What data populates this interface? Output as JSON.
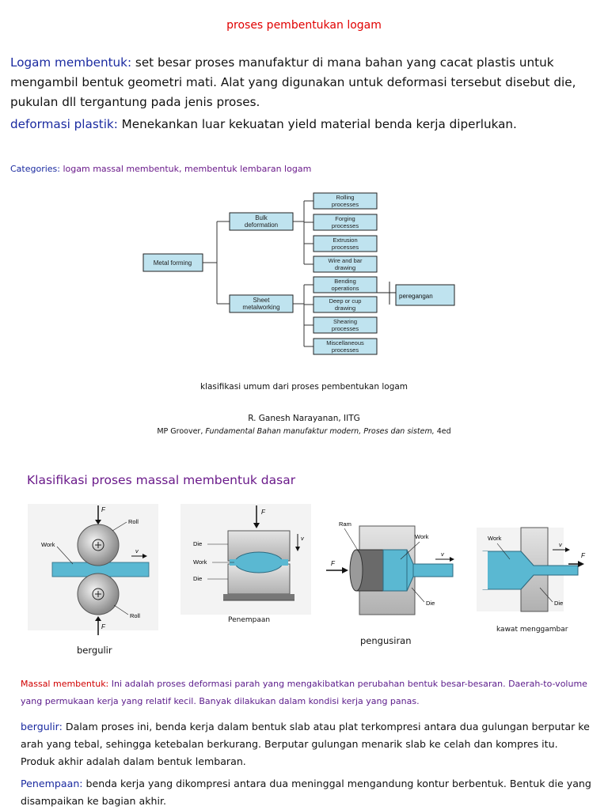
{
  "page_title": "proses pembentukan logam",
  "intro": {
    "logam_term": "Logam membentuk:",
    "logam_text": " set besar proses manufaktur di mana bahan yang cacat plastis untuk mengambil bentuk geometri mati. Alat yang digunakan untuk deformasi tersebut disebut die, pukulan dll tergantung pada jenis proses.",
    "deformasi_term": "deformasi plastik:",
    "deformasi_text": " Menekankan luar kekuatan yield material benda kerja diperlukan."
  },
  "categories": {
    "label": "Categories:",
    "text": " logam massal membentuk, membentuk lembaran logam"
  },
  "tree": {
    "root": "Metal forming",
    "bulk": [
      "Bulk",
      "deformation"
    ],
    "sheet": [
      "Sheet",
      "metalworking"
    ],
    "bulk_children": [
      [
        "Rolling",
        "processes"
      ],
      [
        "Forging",
        "processes"
      ],
      [
        "Extrusion",
        "processes"
      ],
      [
        "Wire and bar",
        "drawing"
      ]
    ],
    "sheet_children": [
      [
        "Bending",
        "operations"
      ],
      [
        "Deep or cup",
        "drawing"
      ],
      [
        "Shearing",
        "processes"
      ],
      [
        "Miscellaneous",
        "processes"
      ]
    ],
    "peregangan": "peregangan"
  },
  "figure_caption": "klasifikasi umum dari proses pembentukan logam",
  "credit_author": "R. Ganesh Narayanan, IITG",
  "credit_ref_prefix": "MP Groover, ",
  "credit_ref_italic": "Fundamental Bahan manufaktur modern, Proses dan sistem,",
  "credit_ref_suffix": " 4ed",
  "section2_title": "Klasifikasi proses massal membentuk dasar",
  "fig_labels": {
    "F": "F",
    "v": "v",
    "roll": "Roll",
    "work": "Work",
    "die": "Die",
    "ram": "Ram"
  },
  "fig_captions": {
    "rolling": "bergulir",
    "forging": "Penempaan",
    "extrusion": "pengusiran",
    "drawing": "kawat menggambar"
  },
  "massal": {
    "term": "Massal membentuk:",
    "text": " Ini adalah proses deformasi parah yang mengakibatkan perubahan bentuk besar-besaran. Daerah-to-volume yang permukaan kerja yang relatif kecil. Banyak dilakukan dalam kondisi kerja yang panas."
  },
  "bergulir": {
    "term": "bergulir:",
    "text": " Dalam proses ini, benda kerja dalam bentuk slab atau plat terkompresi antara dua gulungan berputar ke arah yang tebal, sehingga ketebalan berkurang. Berputar gulungan menarik slab ke celah dan kompres itu. Produk akhir adalah dalam bentuk lembaran."
  },
  "penempaan": {
    "term": "Penempaan:",
    "text": " benda kerja yang dikompresi antara dua meninggal mengandung kontur berbentuk. Bentuk die yang disampaikan ke bagian akhir."
  },
  "colors": {
    "title_red": "#e00000",
    "term_blue": "#1a2aa0",
    "purple": "#6a1a8a",
    "box_fill": "#bfe3ef",
    "work_blue": "#5ab8d2"
  }
}
